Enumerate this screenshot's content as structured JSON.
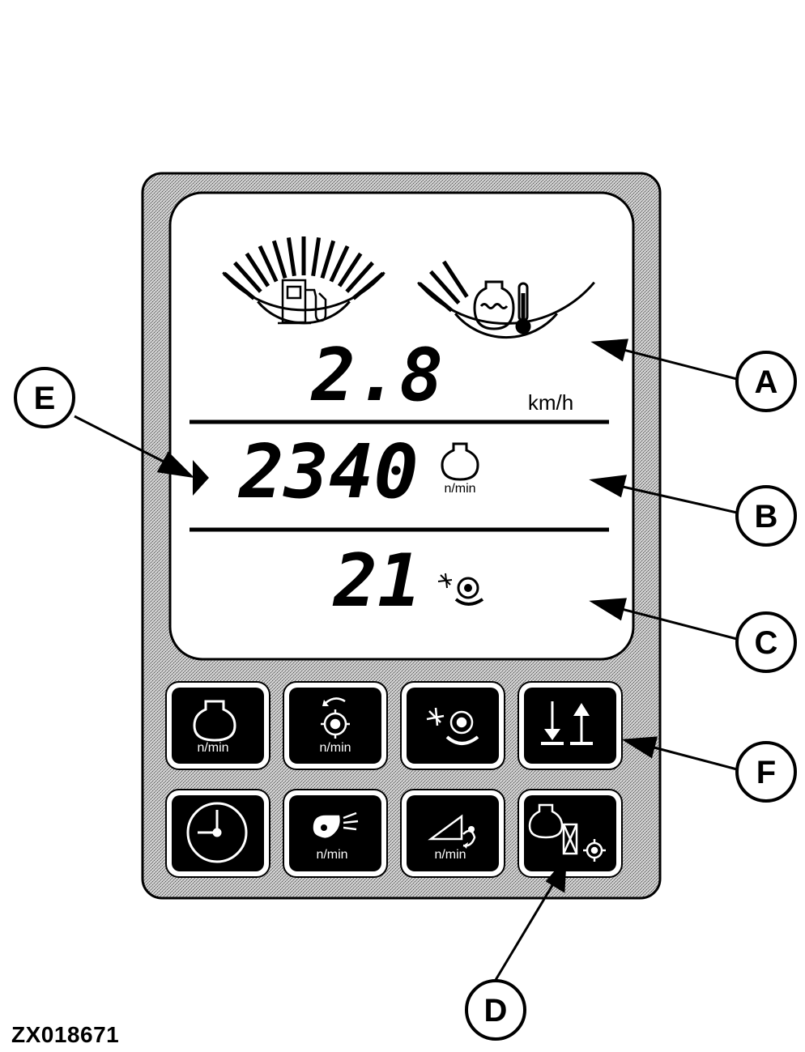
{
  "display": {
    "speed_value": "2.8",
    "speed_unit": "km/h",
    "engine_rpm_value": "2340",
    "engine_rpm_unit": "n/min",
    "secondary_value": "21"
  },
  "callouts": {
    "a": "A",
    "b": "B",
    "c": "C",
    "d": "D",
    "e": "E",
    "f": "F"
  },
  "buttons": {
    "engine_speed_label": "n/min",
    "drum_speed_label": "n/min",
    "fan_speed_label": "n/min",
    "ground_speed_label": "n/min"
  },
  "gauges": {
    "fuel_level_fraction": 1.0,
    "coolant_temperature_fraction": 0.25
  },
  "icons": [
    "fuel-icon",
    "coolant-temperature-icon",
    "engine-icon",
    "rotor-icon",
    "clock-icon",
    "fan-icon",
    "header-icon",
    "lift-lower-icon",
    "engine-drive-icon"
  ],
  "figure_id": "ZX018671"
}
